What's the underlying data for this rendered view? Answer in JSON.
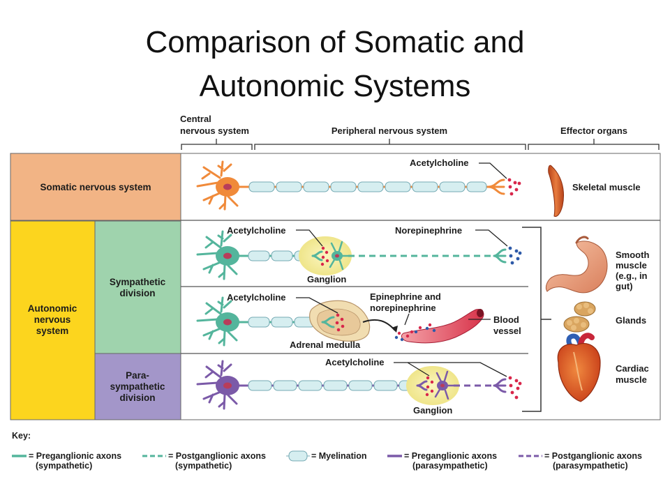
{
  "title": {
    "line1": "Comparison of Somatic and",
    "line2": "Autonomic Systems"
  },
  "headers": {
    "cns_line1": "Central",
    "cns_line2": "nervous system",
    "pns": "Peripheral nervous system",
    "effectors": "Effector organs"
  },
  "rows": {
    "somatic": "Somatic nervous system",
    "autonomic": [
      "Autonomic",
      "nervous",
      "system"
    ],
    "sympathetic": [
      "Sympathetic",
      "division"
    ],
    "parasympathetic": [
      "Para-",
      "sympathetic",
      "division"
    ]
  },
  "labels": {
    "ach_somatic": "Acetylcholine",
    "ach_symp": "Acetylcholine",
    "norepinephrine": "Norepinephrine",
    "ganglion_symp": "Ganglion",
    "ach_adrenal": "Acetylcholine",
    "epi_line1": "Epinephrine and",
    "epi_line2": "norepinephrine",
    "adrenal_medulla": "Adrenal medulla",
    "blood_vessel_line1": "Blood",
    "blood_vessel_line2": "vessel",
    "ach_para": "Acetylcholine",
    "ganglion_para": "Ganglion"
  },
  "effectors": {
    "skeletal": "Skeletal muscle",
    "smooth": [
      "Smooth",
      "muscle",
      "(e.g., in",
      "gut)"
    ],
    "glands": "Glands",
    "cardiac": [
      "Cardiac",
      "muscle"
    ]
  },
  "key": {
    "title": "Key:",
    "items": [
      {
        "line1": "= Preganglionic axons",
        "line2": "(sympathetic)"
      },
      {
        "line1": "= Postganglionic axons",
        "line2": "(sympathetic)"
      },
      {
        "line1": "= Myelination",
        "line2": ""
      },
      {
        "line1": "= Preganglionic axons",
        "line2": "(parasympathetic)"
      },
      {
        "line1": "= Postganglionic axons",
        "line2": "(parasympathetic)"
      }
    ]
  },
  "colors": {
    "somatic": "#f2b485",
    "autonomic": "#fcd51e",
    "sympathetic": "#9fd3ad",
    "parasympathetic": "#a396c9",
    "somatic_neuron": "#f08a3a",
    "sympathetic_neuron": "#54b59c",
    "parasympathetic_neuron": "#7b5aa8",
    "myelin": "#d6eef0",
    "vesicle_dot": "#d8264a",
    "norepi_dot": "#2e5aa8",
    "ganglion_glow": "#f7f0a6"
  }
}
